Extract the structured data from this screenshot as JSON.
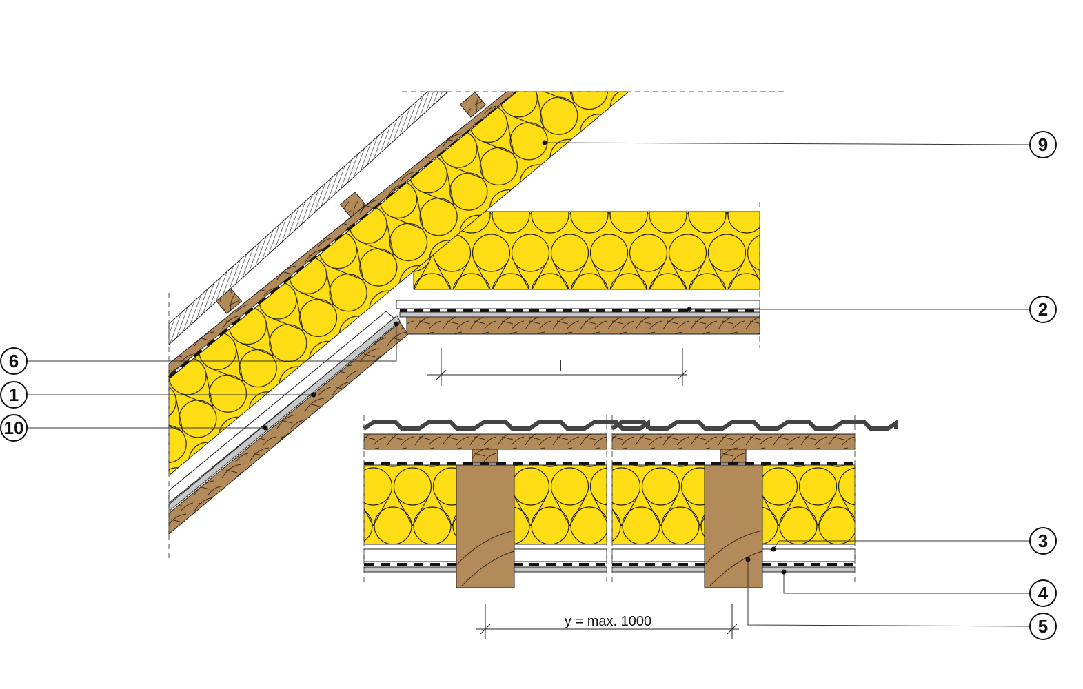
{
  "title": "Roof section detail – rafter insulation with ceiling junction",
  "colors": {
    "insulation": "#FEDD14",
    "wood": "#B38B5A",
    "membrane": "#111111",
    "board": "#C8C8C8",
    "line": "#222222"
  },
  "callouts": [
    {
      "id": "9",
      "text": "9"
    },
    {
      "id": "2",
      "text": "2"
    },
    {
      "id": "3",
      "text": "3"
    },
    {
      "id": "4",
      "text": "4"
    },
    {
      "id": "5",
      "text": "5"
    },
    {
      "id": "6",
      "text": "6"
    },
    {
      "id": "1",
      "text": "1"
    },
    {
      "id": "10",
      "text": "10"
    }
  ],
  "dimensions": {
    "span_label": "l",
    "spacing_label": "y = max. 1000"
  }
}
